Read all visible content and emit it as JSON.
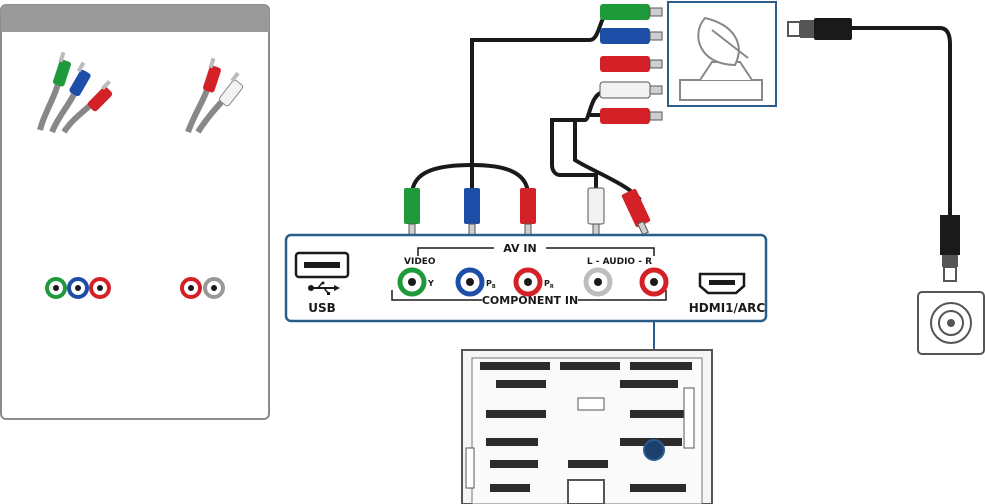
{
  "labels": {
    "video": "VIDEO",
    "av_in": "AV IN",
    "audio": "L - AUDIO -  R",
    "component_in": "COMPONENT IN",
    "y": "Y",
    "pb": "P",
    "pb_sub": "B",
    "pr": "P",
    "pr_sub": "R",
    "usb": "USB",
    "hdmi": "HDMI1/ARC"
  },
  "colors": {
    "panel_border": "#2a5d8a",
    "green": "#1f9a3a",
    "blue": "#1d4fa8",
    "red": "#d42027",
    "white": "#f2f2f2",
    "cable": "#1a1a1a",
    "legend_header": "#9a9a9a"
  }
}
